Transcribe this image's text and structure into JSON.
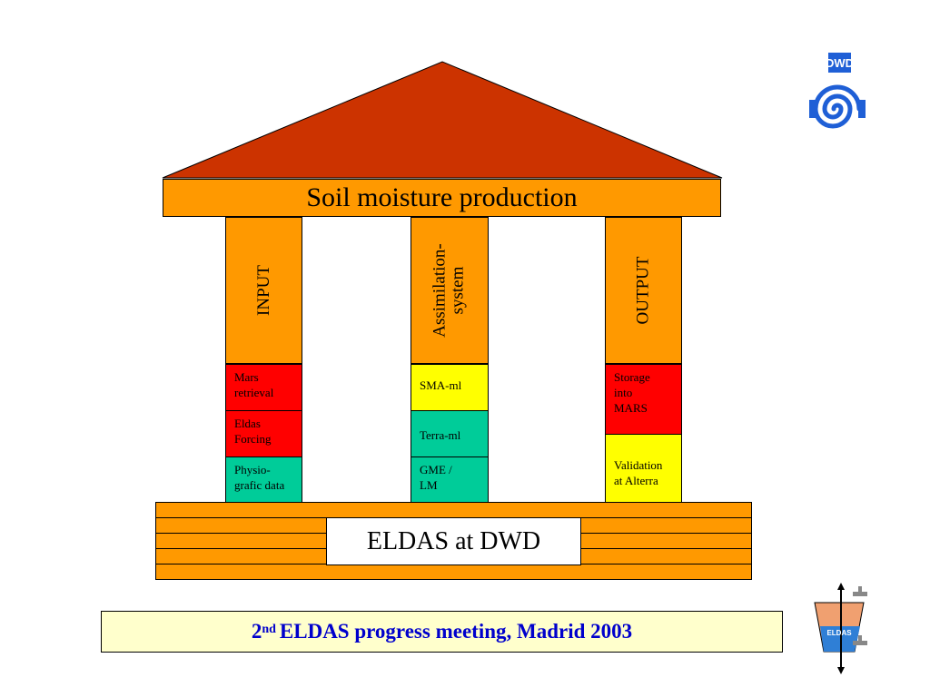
{
  "beam": {
    "title": "Soil moisture production"
  },
  "pillars": {
    "input": {
      "label": "INPUT"
    },
    "assimilation": {
      "label_line1": "Assimilation-",
      "label_line2": "system"
    },
    "output": {
      "label": "OUTPUT"
    }
  },
  "input_cells": [
    {
      "line1": "Mars",
      "line2": "retrieval"
    },
    {
      "line1": "Eldas",
      "line2": "Forcing"
    },
    {
      "line1": "Physio-",
      "line2": "grafic data"
    }
  ],
  "assimilation_cells": [
    {
      "line1": "SMA-ml",
      "line2": ""
    },
    {
      "line1": "Terra-ml",
      "line2": ""
    },
    {
      "line1": "GME /",
      "line2": "LM"
    }
  ],
  "output_cells": [
    {
      "line1": "Storage",
      "line2": "into",
      "line3": "MARS"
    },
    {
      "line1": "Validation",
      "line2": "at Alterra"
    }
  ],
  "base": {
    "label": "ELDAS at DWD"
  },
  "footer": {
    "ordinal_num": "2",
    "ordinal_sup": "nd",
    "text": "ELDAS progress meeting, Madrid 2003"
  },
  "logos": {
    "dwd_text": "DWD",
    "eldas_text": "ELDAS"
  },
  "colors": {
    "roof": "#cc3300",
    "orange": "#ff9900",
    "red": "#ff0000",
    "yellow": "#ffff00",
    "teal": "#00cc99",
    "footer_bg": "#ffffcc",
    "footer_text": "#0000cc",
    "dwd_blue": "#1f5fd6"
  }
}
